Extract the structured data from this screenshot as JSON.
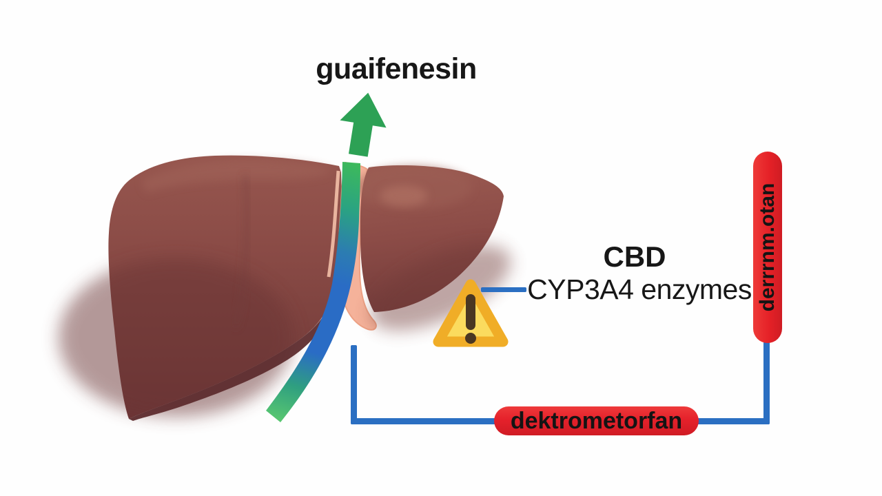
{
  "diagram": {
    "top_label": "guaifenesin",
    "cbd_label": "CBD",
    "enzyme_label": "CYP3A4 enzymes",
    "vertical_capsule_label": "derrrnm.otan",
    "horizontal_pill_label": "dektrometorfan"
  },
  "icons": {
    "up_arrow": "green block arrow pointing up out of liver",
    "warning": "yellow rounded triangle with dark exclamation mark",
    "liver": "human liver illustration with green-blue bile duct between lobes"
  },
  "colors": {
    "background": "#fefefe",
    "text": "#171717",
    "arrow_green": "#2da155",
    "tube_green_top": "#3db95c",
    "tube_blue_mid": "#2a6cc5",
    "tube_green_bottom": "#58c770",
    "liver_main": "#8a4b46",
    "liver_light": "#97574f",
    "liver_dark": "#6b3435",
    "liver_shadow": "#5e2c2e",
    "salmon_band": "#f5b29a",
    "warning_fill": "#fbdb5e",
    "warning_border": "#f0ad27",
    "warning_glyph": "#4a3722",
    "connector_blue": "#2b6fc2",
    "capsule_red": "#e52127",
    "pill_red": "#e5212b"
  }
}
